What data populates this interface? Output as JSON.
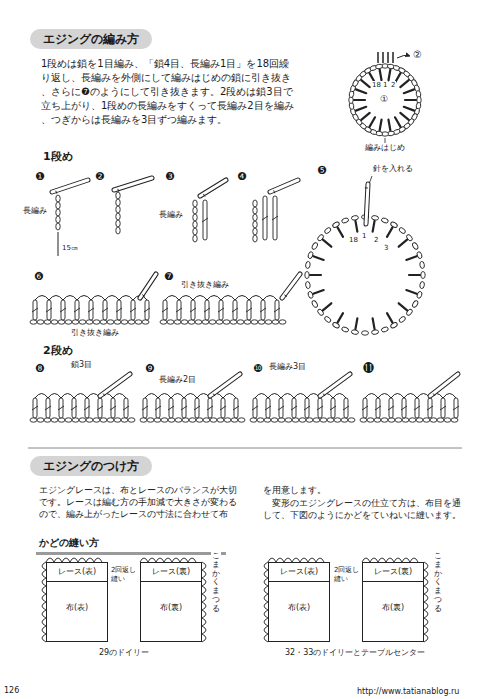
{
  "diagram": {
    "nodes": [
      {
        "text": [
          "エジングの編み方"
        ]
      },
      {
        "text": [
          "エジングのつけ方"
        ]
      },
      {
        "text": [
          "レース(表)",
          "布(表)"
        ]
      },
      {
        "text": [
          "レース(裏)",
          "布(裏)"
        ]
      },
      {
        "text": [
          "レース(表)",
          "布(表)"
        ]
      },
      {
        "text": [
          "レース(裏)",
          "布(裏)"
        ]
      }
    ],
    "labels": [
      "1段めは鎖を1目編み、「鎖4目、長編み1目」を18回繰り返し、長編みを外側にして編みはじめの鎖に引き抜き、さらに❼のようにして引き抜きます。2段めは鎖3目で立ち上がり、1段めの長編みをすくって長編み2目を編み、つぎからは長編みを3目ずつ編みます。",
      "②",
      "18",
      "1",
      "2",
      "①",
      "編みはじめ",
      "1段め",
      "❶",
      "❷",
      "❸",
      "❹",
      "❺",
      "長編み",
      "15㎝",
      "長編み",
      "針を入れる",
      "18",
      "1",
      "2",
      "3",
      "❻",
      "引き抜き編み",
      "❼",
      "引き抜き編み",
      "2段め",
      "❽",
      "鎖3目",
      "❾",
      "長編み2目",
      "❿",
      "長編み3目",
      "⓫",
      "エジングレースは、布とレースのバランスが大切です。レースは編む方の手加減で大きさが変わるので、編み上がったレースの寸法に合わせて布",
      "を用意します。",
      "変形のエジングレースの仕立て方は、布目を通して、下図のようにかどをていねいに縫います。",
      "かどの縫い方",
      "2回返し縫い",
      "こまかく まつる",
      "29のドイリー",
      "2回返し縫い",
      "こまかく まつる",
      "32・33のドイリーとテーブルセンター",
      "126",
      "http://www.tatianablog.ru"
    ]
  }
}
